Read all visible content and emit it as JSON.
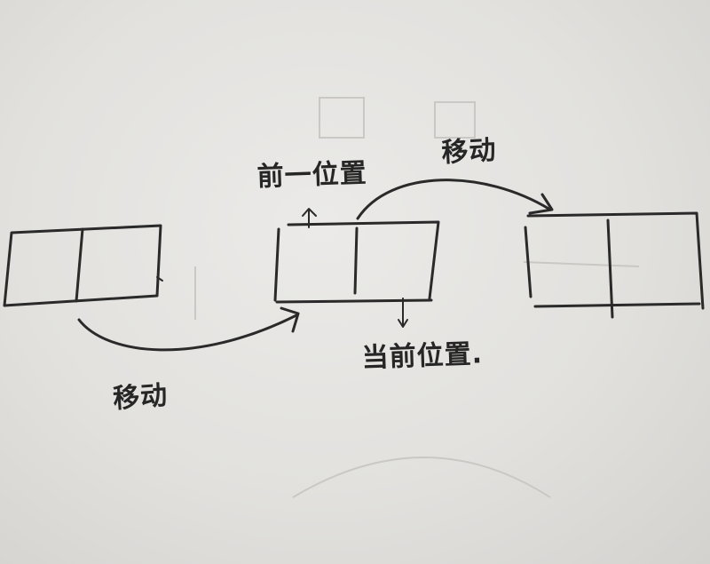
{
  "labels": {
    "move_bottom": "移动",
    "move_top": "移动",
    "previous_position": "前一位置",
    "current_position": "当前位置."
  },
  "colors": {
    "paper": "#e6e5e2",
    "ink": "#2a2a2a"
  }
}
